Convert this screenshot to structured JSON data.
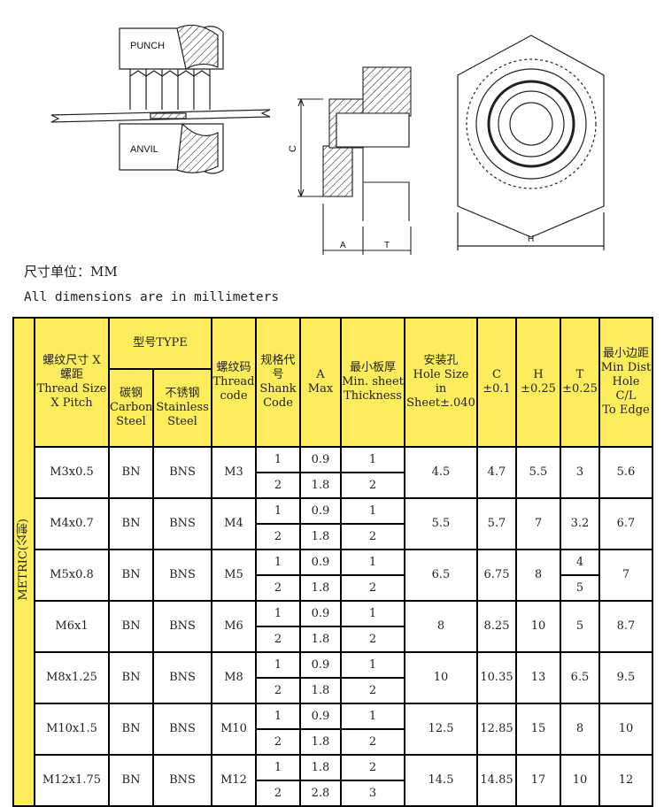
{
  "drawing": {
    "punch_label": "PUNCH",
    "anvil_label": "ANVIL",
    "dim_c": "C",
    "dim_a": "A",
    "dim_t": "T",
    "dim_h": "H"
  },
  "units": {
    "cn": "尺寸单位：MM",
    "en": "All dimensions are in millimeters"
  },
  "table": {
    "side_label": "METRIC(公制)",
    "headers": {
      "thread": [
        "螺纹尺寸 X",
        "螺距",
        "Thread Size",
        "X Pitch"
      ],
      "type_title": "型号TYPE",
      "carbon": [
        "碳钢",
        "Carbon",
        "Steel"
      ],
      "stainless": [
        "不锈钢",
        "Stainless",
        "Steel"
      ],
      "code": [
        "螺纹码",
        "Thread",
        "code"
      ],
      "shank": [
        "规格代",
        "号",
        "Shank",
        "Code"
      ],
      "a": [
        "A",
        "Max"
      ],
      "sheet": [
        "最小板厚",
        "Min. sheet",
        "Thickness"
      ],
      "hole": [
        "安装孔",
        "Hole Size",
        "in",
        "Sheet±.040"
      ],
      "c": [
        "C",
        "±0.1"
      ],
      "h": [
        "H",
        "±0.25"
      ],
      "t": [
        "T",
        "±0.25"
      ],
      "mindist": [
        "最小边距",
        "Min Dist",
        "Hole C/L",
        "To Edge"
      ]
    },
    "rows": [
      {
        "thread": "M3x0.5",
        "carbon": "BN",
        "stainless": "BNS",
        "code": "M3",
        "shank": [
          "1",
          "2"
        ],
        "a": [
          "0.9",
          "1.8"
        ],
        "sheet": [
          "1",
          "2"
        ],
        "hole": "4.5",
        "c": "4.7",
        "h": "5.5",
        "t": [
          "3"
        ],
        "mindist": "5.6"
      },
      {
        "thread": "M4x0.7",
        "carbon": "BN",
        "stainless": "BNS",
        "code": "M4",
        "shank": [
          "1",
          "2"
        ],
        "a": [
          "0.9",
          "1.8"
        ],
        "sheet": [
          "1",
          "2"
        ],
        "hole": "5.5",
        "c": "5.7",
        "h": "7",
        "t": [
          "3.2"
        ],
        "mindist": "6.7"
      },
      {
        "thread": "M5x0.8",
        "carbon": "BN",
        "stainless": "BNS",
        "code": "M5",
        "shank": [
          "1",
          "2"
        ],
        "a": [
          "0.9",
          "1.8"
        ],
        "sheet": [
          "1",
          "2"
        ],
        "hole": "6.5",
        "c": "6.75",
        "h": "8",
        "t": [
          "4",
          "5"
        ],
        "mindist": "7"
      },
      {
        "thread": "M6x1",
        "carbon": "BN",
        "stainless": "BNS",
        "code": "M6",
        "shank": [
          "1",
          "2"
        ],
        "a": [
          "0.9",
          "1.8"
        ],
        "sheet": [
          "1",
          "2"
        ],
        "hole": "8",
        "c": "8.25",
        "h": "10",
        "t": [
          "5"
        ],
        "mindist": "8.7"
      },
      {
        "thread": "M8x1.25",
        "carbon": "BN",
        "stainless": "BNS",
        "code": "M8",
        "shank": [
          "1",
          "2"
        ],
        "a": [
          "0.9",
          "1.8"
        ],
        "sheet": [
          "1",
          "2"
        ],
        "hole": "10",
        "c": "10.35",
        "h": "13",
        "t": [
          "6.5"
        ],
        "mindist": "9.5"
      },
      {
        "thread": "M10x1.5",
        "carbon": "BN",
        "stainless": "BNS",
        "code": "M10",
        "shank": [
          "1",
          "2"
        ],
        "a": [
          "0.9",
          "1.8"
        ],
        "sheet": [
          "1",
          "2"
        ],
        "hole": "12.5",
        "c": "12.85",
        "h": "15",
        "t": [
          "8"
        ],
        "mindist": "10"
      },
      {
        "thread": "M12x1.75",
        "carbon": "BN",
        "stainless": "BNS",
        "code": "M12",
        "shank": [
          "1",
          "2"
        ],
        "a": [
          "1.8",
          "2.8"
        ],
        "sheet": [
          "2",
          "3"
        ],
        "hole": "14.5",
        "c": "14.85",
        "h": "17",
        "t": [
          "10"
        ],
        "mindist": "12"
      }
    ]
  },
  "colors": {
    "header_fill": "#fded5c",
    "grid": "#000000"
  }
}
